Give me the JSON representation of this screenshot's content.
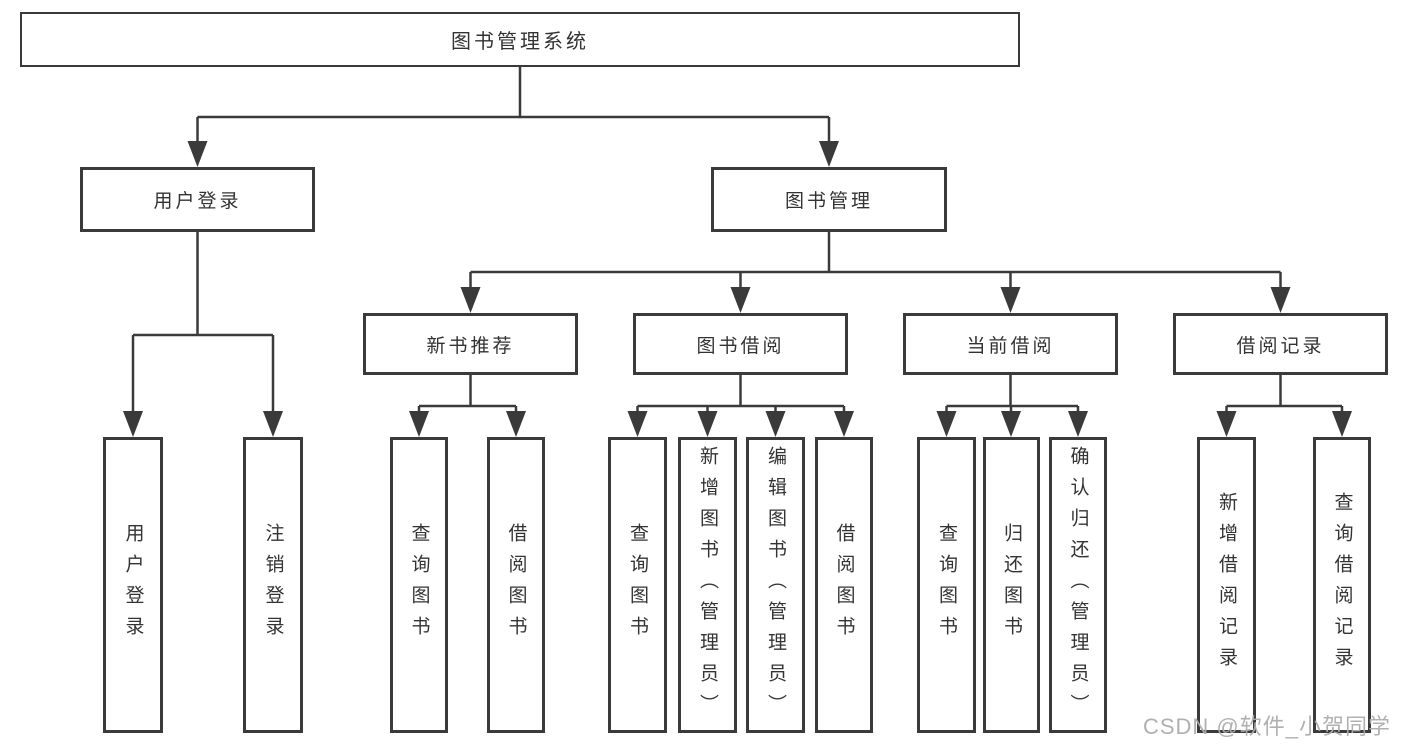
{
  "colors": {
    "line": "#3a3a3a",
    "text": "#333333",
    "watermark": "#acacac",
    "background": "#ffffff"
  },
  "root": {
    "label": "图书管理系统"
  },
  "login": {
    "label": "用户登录",
    "children": [
      {
        "label": "用户登录"
      },
      {
        "label": "注销登录"
      }
    ]
  },
  "management": {
    "label": "图书管理",
    "groups": [
      {
        "label": "新书推荐",
        "children": [
          {
            "label": "查询图书"
          },
          {
            "label": "借阅图书"
          }
        ]
      },
      {
        "label": "图书借阅",
        "children": [
          {
            "label": "查询图书"
          },
          {
            "label": "新增图书（管理员）"
          },
          {
            "label": "编辑图书（管理员）"
          },
          {
            "label": "借阅图书"
          }
        ]
      },
      {
        "label": "当前借阅",
        "children": [
          {
            "label": "查询图书"
          },
          {
            "label": "归还图书"
          },
          {
            "label": "确认归还（管理员）"
          }
        ]
      },
      {
        "label": "借阅记录",
        "children": [
          {
            "label": "新增借阅记录"
          },
          {
            "label": "查询借阅记录"
          }
        ]
      }
    ]
  },
  "watermark": {
    "text": "CSDN @软件_小贺同学"
  }
}
